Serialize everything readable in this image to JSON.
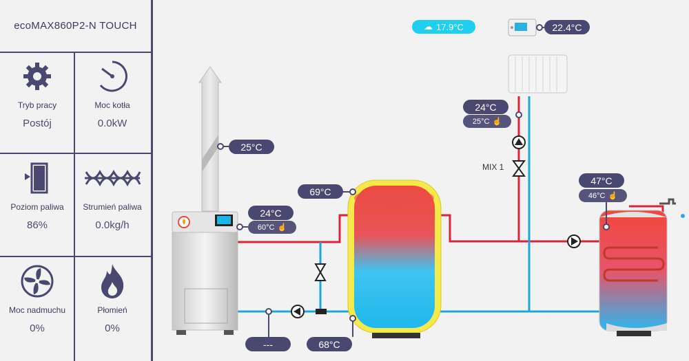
{
  "device": {
    "title": "ecoMAX860P2-N TOUCH"
  },
  "tiles": [
    {
      "label": "Tryb pracy",
      "value": "Postój",
      "icon": "gear-icon"
    },
    {
      "label": "Moc kotła",
      "value": "0.0kW",
      "icon": "gauge-icon"
    },
    {
      "label": "Poziom paliwa",
      "value": "86%",
      "icon": "fuel-tank-icon"
    },
    {
      "label": "Strumień paliwa",
      "value": "0.0kg/h",
      "icon": "screw-feeder-icon"
    },
    {
      "label": "Moc nadmuchu",
      "value": "0%",
      "icon": "fan-icon"
    },
    {
      "label": "Płomień",
      "value": "0%",
      "icon": "flame-icon"
    }
  ],
  "readings": {
    "outdoor": "17.9°C",
    "room": "22.4°C",
    "flue": "25°C",
    "boiler_actual": "24°C",
    "boiler_set": "60°C",
    "buffer_top": "69°C",
    "buffer_bottom": "68°C",
    "return_temp": "---",
    "mixer_actual": "24°C",
    "mixer_set": "25°C",
    "dhw_actual": "47°C",
    "dhw_set": "46°C"
  },
  "labels": {
    "mixer": "MIX 1"
  },
  "colors": {
    "accent": "#4a4870",
    "hot": "#d9253a",
    "cold": "#1aa9d6",
    "weather": "#1ecff0",
    "buffer_jacket": "#f5ea4a"
  }
}
